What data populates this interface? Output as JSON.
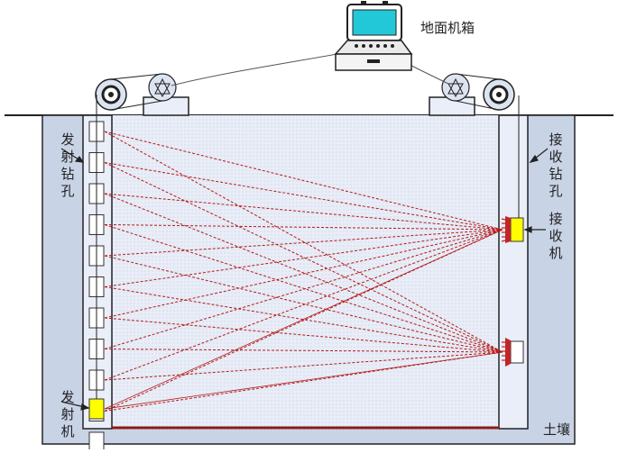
{
  "labels": {
    "ground_unit": "地面机箱",
    "tx_borehole": "发射钻孔",
    "tx_unit": "发射机",
    "rx_borehole": "接收钻孔",
    "rx_unit": "接收机",
    "soil": "土壤"
  },
  "transmitter_positions_count": 11,
  "colors": {
    "soil_fill": "#c9d3e6",
    "crosshole_fill": "#e9eef8",
    "ray": "#b51a1a",
    "device_yellow": "#ffff00",
    "screen": "#22c8d8"
  }
}
